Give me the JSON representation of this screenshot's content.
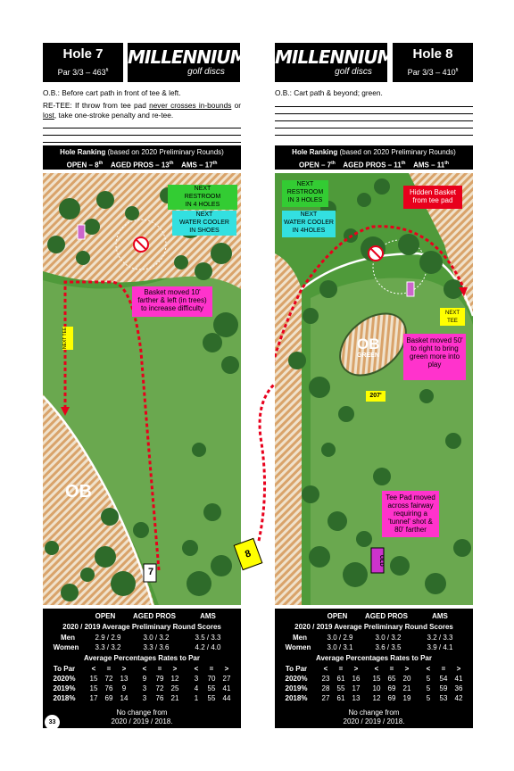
{
  "hole7": {
    "title": "Hole  7",
    "par": "Par 3/3 – 463",
    "par_unit": "ft",
    "ob_text": "O.B.:  Before cart path in front of tee & left.",
    "retee_prefix": "RE-TEE:  If throw from tee pad ",
    "retee_u1": "never crosses in-bounds",
    "retee_mid": " or ",
    "retee_u2": "lost",
    "retee_suffix": ", take one-stroke penalty and re-tee.",
    "ranking_title_bold": "Hole Ranking",
    "ranking_title_rest": " (based on 2020 Preliminary Rounds)",
    "rank_open": "OPEN – 8",
    "rank_open_sup": "th",
    "rank_pros": "AGED PROS – 13",
    "rank_pros_sup": "th",
    "rank_ams": "AMS – 17",
    "rank_ams_sup": "th",
    "map": {
      "restroom": [
        "NEXT",
        "RESTROOM",
        "IN 4 HOLES"
      ],
      "water": [
        "NEXT",
        "WATER COOLER",
        "IN SHOES"
      ],
      "basket_note": "Basket moved 10' farther & left (in trees) to increase difficulty",
      "next_tee": "NEXT TEE",
      "ob": "OB",
      "tee_marker": "7"
    },
    "stats": {
      "headers": [
        "OPEN",
        "AGED PROS",
        "AMS"
      ],
      "avg_title": "2020 / 2019 Average Preliminary Round Scores",
      "men_label": "Men",
      "men": [
        "2.9 / 2.9",
        "3.0 / 3.2",
        "3.5 / 3.3"
      ],
      "women_label": "Women",
      "women": [
        "3.3 / 3.2",
        "3.3 / 3.6",
        "4.2 / 4.0"
      ],
      "pct_title": "Average Percentages Rates to Par",
      "to_par_label": "To Par",
      "symbols": [
        "<",
        "=",
        ">",
        "<",
        "=",
        ">",
        "<",
        "=",
        ">"
      ],
      "rows": [
        {
          "year": "2020%",
          "vals": [
            "15",
            "72",
            "13",
            "9",
            "79",
            "12",
            "3",
            "70",
            "27"
          ]
        },
        {
          "year": "2019%",
          "vals": [
            "15",
            "76",
            "9",
            "3",
            "72",
            "25",
            "4",
            "55",
            "41"
          ]
        },
        {
          "year": "2018%",
          "vals": [
            "17",
            "69",
            "14",
            "3",
            "76",
            "21",
            "1",
            "55",
            "44"
          ]
        }
      ],
      "footer1": "No change  from",
      "footer2": "2020 / 2019 / 2018."
    },
    "page_number": "33"
  },
  "hole8": {
    "title": "Hole  8",
    "par": "Par 3/3 – 410",
    "par_unit": "ft",
    "ob_text": "O.B.:  Cart path & beyond; green.",
    "ranking_title_bold": "Hole Ranking",
    "ranking_title_rest": " (based on 2020 Preliminary Rounds)",
    "rank_open": "OPEN – 7",
    "rank_open_sup": "th",
    "rank_pros": "AGED PROS – 11",
    "rank_pros_sup": "th",
    "rank_ams": "AMS – 11",
    "rank_ams_sup": "th",
    "map": {
      "restroom": [
        "NEXT",
        "RESTROOM",
        "IN 3 HOLES"
      ],
      "water": [
        "NEXT",
        "WATER COOLER",
        "IN 4HOLES"
      ],
      "hidden": "Hidden Basket from tee pad",
      "next_tee": "NEXT TEE",
      "ob": "OB",
      "ob_sub": "GREEN",
      "basket_note": "Basket moved 50' to right to bring green more into play",
      "distance": "207'",
      "tee_note": "Tee Pad moved across fairway requiring a 'tunnel' shot & 80' farther",
      "old_marker": "OLD",
      "tee_marker": "8"
    },
    "stats": {
      "headers": [
        "OPEN",
        "AGED PROS",
        "AMS"
      ],
      "avg_title": "2020 / 2019 Average Preliminary Round Scores",
      "men_label": "Men",
      "men": [
        "3.0 / 2.9",
        "3.0 / 3.2",
        "3.2 / 3.3"
      ],
      "women_label": "Women",
      "women": [
        "3.0 / 3.1",
        "3.6 / 3.5",
        "3.9 / 4.1"
      ],
      "pct_title": "Average Percentages Rates to Par",
      "to_par_label": "To Par",
      "symbols": [
        "<",
        "=",
        ">",
        "<",
        "=",
        ">",
        "<",
        "=",
        ">"
      ],
      "rows": [
        {
          "year": "2020%",
          "vals": [
            "23",
            "61",
            "16",
            "15",
            "65",
            "20",
            "5",
            "54",
            "41"
          ]
        },
        {
          "year": "2019%",
          "vals": [
            "28",
            "55",
            "17",
            "10",
            "69",
            "21",
            "5",
            "59",
            "36"
          ]
        },
        {
          "year": "2018%",
          "vals": [
            "27",
            "61",
            "13",
            "12",
            "69",
            "19",
            "5",
            "53",
            "42"
          ]
        }
      ],
      "footer1": "No change  from",
      "footer2": "2020 / 2019 / 2018."
    }
  },
  "logo": {
    "brand": "MILLENNIUM",
    "sub": "golf discs"
  },
  "colors": {
    "fairway": "#6aa84f",
    "rough": "#4f9a3a",
    "tree": "#2e6b2a",
    "hatch": "#d9a36a",
    "green_banner": "#33cc33",
    "cyan": "#33e0e0",
    "magenta": "#ff33cc",
    "red": "#e8001c",
    "yellow": "#ffff00"
  }
}
